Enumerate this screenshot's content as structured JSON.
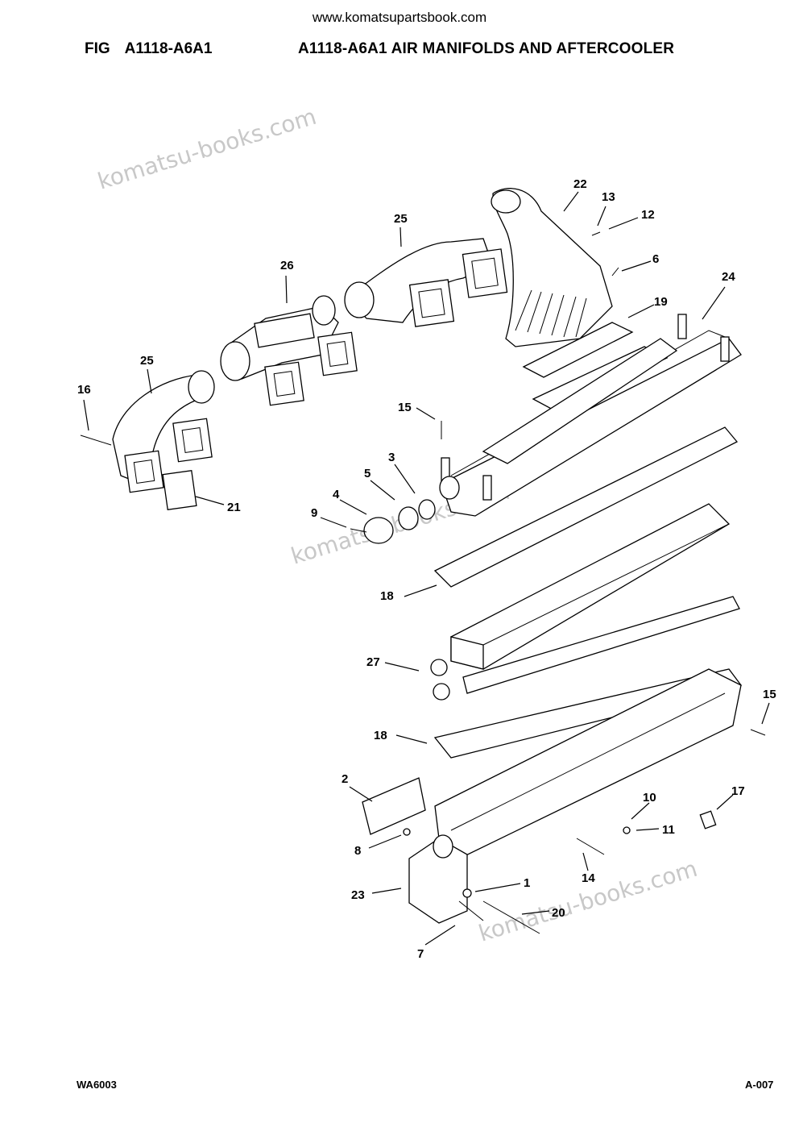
{
  "header": {
    "site_url": "www.komatsupartsbook.com",
    "fig_prefix": "FIG",
    "fig_code": "A1118-A6A1",
    "title": "A1118-A6A1 AIR MANIFOLDS AND AFTERCOOLER"
  },
  "watermarks": [
    "komatsu-books.com",
    "komatsu-books.com",
    "komatsu-books.com"
  ],
  "callouts": [
    "22",
    "13",
    "12",
    "25",
    "6",
    "26",
    "24",
    "19",
    "25",
    "16",
    "15",
    "3",
    "5",
    "4",
    "9",
    "21",
    "18",
    "27",
    "15",
    "18",
    "2",
    "17",
    "10",
    "8",
    "11",
    "1",
    "14",
    "23",
    "20",
    "7"
  ],
  "footer": {
    "left": "WA6003",
    "right": "A-007"
  }
}
